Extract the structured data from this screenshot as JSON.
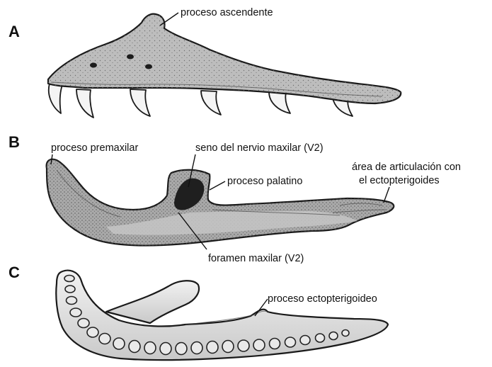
{
  "panels": {
    "a": {
      "letter": "A",
      "labels": {
        "ascending_process": "proceso ascendente"
      }
    },
    "b": {
      "letter": "B",
      "labels": {
        "premaxillary_process": "proceso premaxilar",
        "maxillary_nerve_sinus": "seno del nervio maxilar (V2)",
        "palatine_process": "proceso palatino",
        "ectopterygoid_area_line1": "área de articulación con",
        "ectopterygoid_area_line2": "el ectopterigoides",
        "maxillary_foramen": "foramen maxilar (V2)"
      }
    },
    "c": {
      "letter": "C",
      "labels": {
        "ectopterygoid_process": "proceso ectopterigoideo"
      }
    }
  },
  "colors": {
    "bone_a": "#bdbdbd",
    "bone_b": "#a9a9a9",
    "bone_c": "#e6e6e6",
    "ink": "#111111"
  }
}
